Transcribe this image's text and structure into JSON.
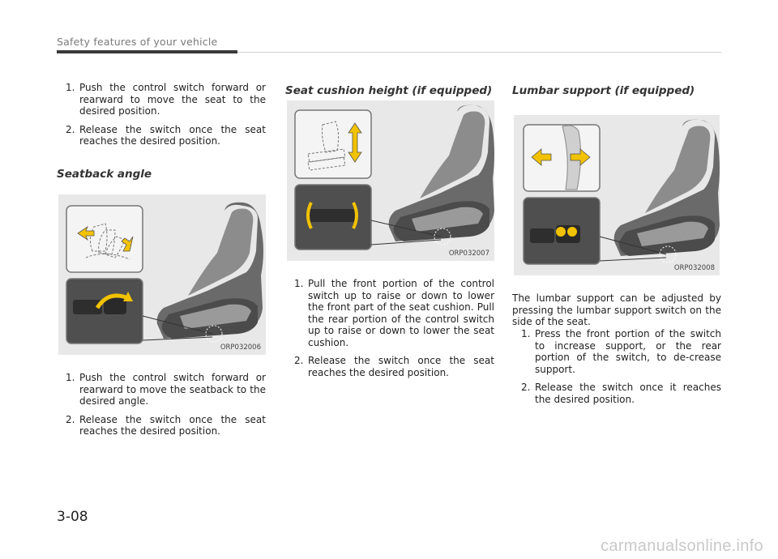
{
  "header": {
    "title": "Safety features of your vehicle"
  },
  "col1": {
    "top_steps": [
      {
        "num": "1.",
        "text": "Push the control switch forward or rearward to move the seat to the desired position."
      },
      {
        "num": "2.",
        "text": "Release the switch once the seat reaches the desired position."
      }
    ],
    "heading": "Seatback angle",
    "figure_code": "ORP032006",
    "steps": [
      {
        "num": "1.",
        "text": "Push the control switch forward or rearward to move the seatback to the desired angle."
      },
      {
        "num": "2.",
        "text": "Release the switch once the seat reaches the desired position."
      }
    ]
  },
  "col2": {
    "heading": "Seat cushion height (if equipped)",
    "figure_code": "ORP032007",
    "steps": [
      {
        "num": "1.",
        "text": "Pull the front portion of the control switch up to raise or down to lower the front part of the seat cushion. Pull the rear portion of the control switch up to raise or down to lower the seat cushion."
      },
      {
        "num": "2.",
        "text": "Release the switch once the seat reaches the desired position."
      }
    ]
  },
  "col3": {
    "heading": "Lumbar support (if equipped)",
    "figure_code": "ORP032008",
    "intro": "The lumbar support can be adjusted by pressing the lumbar support switch on the side of the seat.",
    "steps": [
      {
        "num": "1.",
        "text": "Press the front portion of the switch to increase support, or the rear portion of the switch, to de-crease support."
      },
      {
        "num": "2.",
        "text": "Release the switch once it reaches the desired position."
      }
    ]
  },
  "footer": {
    "page_number": "3-08",
    "watermark": "carmanualsonline.info"
  },
  "colors": {
    "arrow_yellow": "#f2c200",
    "figure_bg": "#e8e8e8",
    "seat_dark": "#3c3c3c"
  }
}
